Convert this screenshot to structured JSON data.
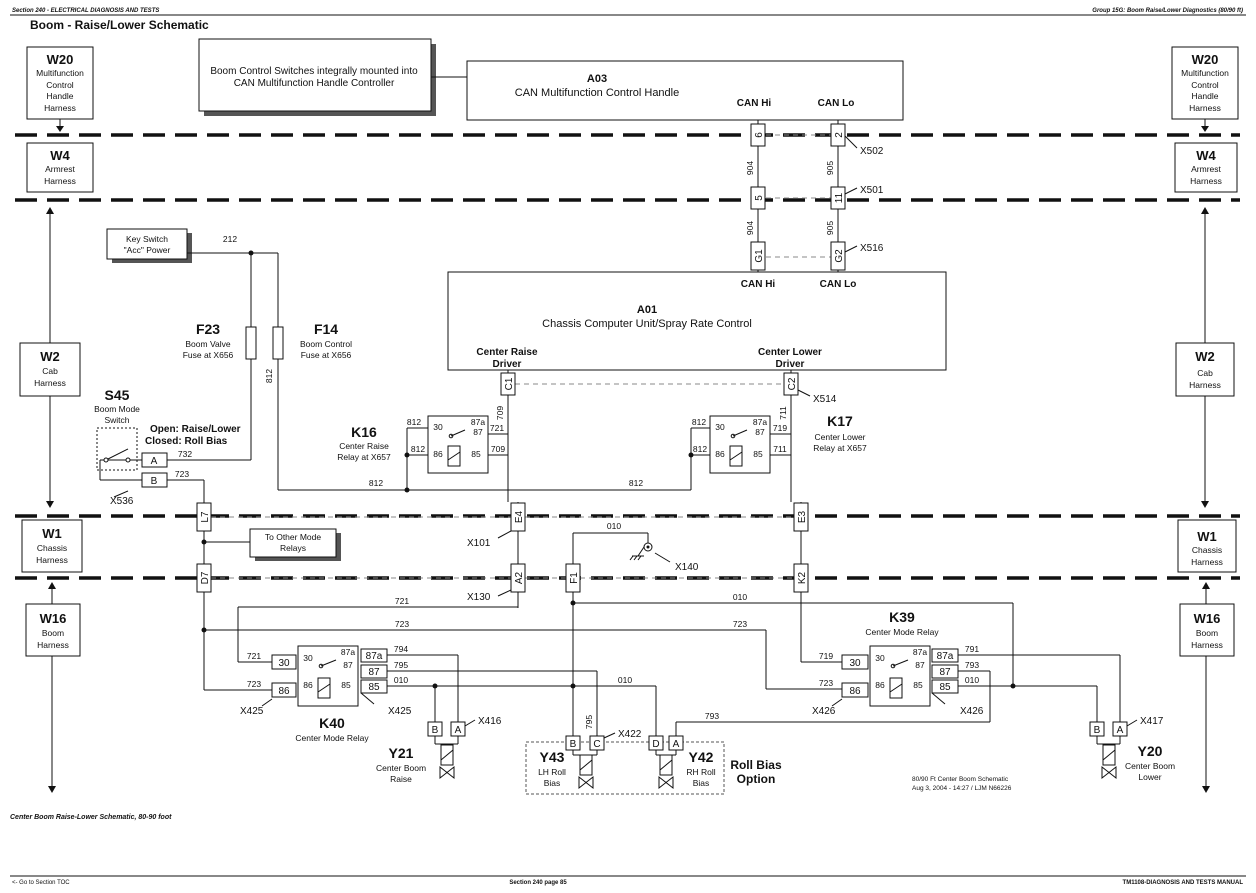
{
  "header": {
    "left": "Section 240 - ELECTRICAL DIAGNOSIS AND TESTS",
    "right": "Group 15G: Boom Raise/Lower Diagnostics (80/90 ft)"
  },
  "title": "Boom - Raise/Lower Schematic",
  "callout": {
    "line1": "Boom Control Switches integrally mounted into",
    "line2": "CAN Multifunction Handle Controller"
  },
  "harnesses": {
    "w20": {
      "id": "W20",
      "l1": "Multifunction",
      "l2": "Control",
      "l3": "Handle",
      "l4": "Harness"
    },
    "w4": {
      "id": "W4",
      "l1": "Armrest",
      "l2": "Harness"
    },
    "w2": {
      "id": "W2",
      "l1": "Cab",
      "l2": "Harness"
    },
    "w1": {
      "id": "W1",
      "l1": "Chassis",
      "l2": "Harness"
    },
    "w16": {
      "id": "W16",
      "l1": "Boom",
      "l2": "Harness"
    }
  },
  "a03": {
    "id": "A03",
    "name": "CAN Multifunction Control Handle",
    "canhi": "CAN Hi",
    "canlo": "CAN Lo"
  },
  "a01": {
    "id": "A01",
    "name": "Chassis Computer Unit/Spray Rate Control",
    "canhi": "CAN Hi",
    "canlo": "CAN Lo",
    "raise1": "Center Raise",
    "raise2": "Driver",
    "lower1": "Center Lower",
    "lower2": "Driver"
  },
  "connectors": {
    "x502": "X502",
    "x501": "X501",
    "x516": "X516",
    "x514": "X514",
    "x536": "X536",
    "x101": "X101",
    "x130": "X130",
    "x140": "X140",
    "x425a": "X425",
    "x425b": "X425",
    "x416": "X416",
    "x422": "X422",
    "x426a": "X426",
    "x426b": "X426",
    "x417": "X417"
  },
  "pins": {
    "p6": "6",
    "p2": "2",
    "p5": "5",
    "p11": "11",
    "g1": "G1",
    "g2": "G2",
    "c1": "C1",
    "c2": "C2",
    "l7": "L7",
    "d7": "D7",
    "e4": "E4",
    "a2": "A2",
    "f1": "F1",
    "e3": "E3",
    "k2": "K2",
    "sA": "A",
    "sB": "B",
    "y21B": "B",
    "y21A": "A",
    "y43B": "B",
    "y43C": "C",
    "y42D": "D",
    "y42A": "A",
    "y20B": "B",
    "y20A": "A"
  },
  "wires": {
    "w904a": "904",
    "w905a": "905",
    "w904b": "904",
    "w905b": "905",
    "w212": "212",
    "w812v": "812",
    "w709": "709",
    "w711": "711",
    "w812k16a": "812",
    "w812k16b": "812",
    "w812bot": "812",
    "w812mid": "812",
    "w812k17a": "812",
    "w812k17b": "812",
    "w732": "732",
    "w723s": "723",
    "w010t": "010",
    "w721a": "721",
    "w723a": "723",
    "w723b": "723",
    "w010b": "010",
    "w721k40": "721",
    "w723k40": "723",
    "w794": "794",
    "w795": "795",
    "w010k40": "010",
    "w010mid": "010",
    "w795v": "795",
    "w793": "793",
    "w719k39": "719",
    "w723k39": "723",
    "w791": "791",
    "w793k39": "793",
    "w010k39": "010",
    "w721k16": "721",
    "w709k16": "709",
    "w719k17": "719",
    "w711k17": "711"
  },
  "key_switch": {
    "l1": "Key Switch",
    "l2": "\"Acc\" Power"
  },
  "fuses": {
    "f23": {
      "id": "F23",
      "l1": "Boom Valve",
      "l2": "Fuse at X656"
    },
    "f14": {
      "id": "F14",
      "l1": "Boom Control",
      "l2": "Fuse at X656"
    }
  },
  "s45": {
    "id": "S45",
    "l1": "Boom Mode",
    "l2": "Switch",
    "open": "Open: Raise/Lower",
    "closed": "Closed: Roll Bias"
  },
  "k16": {
    "id": "K16",
    "l1": "Center Raise",
    "l2": "Relay at X657"
  },
  "k17": {
    "id": "K17",
    "l1": "Center Lower",
    "l2": "Relay at X657"
  },
  "k39": {
    "id": "K39",
    "l1": "Center Mode Relay"
  },
  "k40": {
    "id": "K40",
    "l1": "Center Mode Relay"
  },
  "relay_terms": {
    "t30": "30",
    "t87a": "87a",
    "t87": "87",
    "t86": "86",
    "t85": "85"
  },
  "other_relays": {
    "l1": "To Other Mode",
    "l2": "Relays"
  },
  "y21": {
    "id": "Y21",
    "l1": "Center Boom",
    "l2": "Raise"
  },
  "y20": {
    "id": "Y20",
    "l1": "Center Boom",
    "l2": "Lower"
  },
  "y43": {
    "id": "Y43",
    "l1": "LH Roll",
    "l2": "Bias"
  },
  "y42": {
    "id": "Y42",
    "l1": "RH Roll",
    "l2": "Bias"
  },
  "roll_bias": {
    "l1": "Roll Bias",
    "l2": "Option"
  },
  "stamp": {
    "l1": "80/90 Ft Center Boom Schematic",
    "l2": "Aug 3, 2004 - 14:27 / LJM  N66226"
  },
  "caption": "Center Boom Raise-Lower Schematic, 80-90 foot",
  "footer": {
    "left": "<- Go to Section TOC",
    "center": "Section 240 page 85",
    "right": "TM1108-DIAGNOSIS AND TESTS MANUAL"
  }
}
